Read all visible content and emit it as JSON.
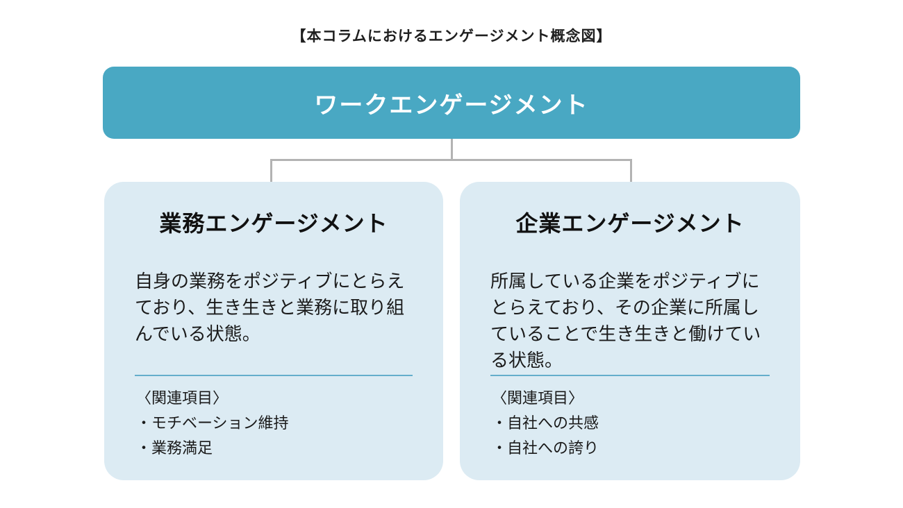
{
  "page": {
    "title": "【本コラムにおけるエンゲージメント概念図】"
  },
  "root": {
    "label": "ワークエンゲージメント"
  },
  "children": [
    {
      "heading": "業務エンゲージメント",
      "description": "自身の業務をポジティブにとらえており、生き生きと業務に取り組んでいる状態。",
      "related_label": "〈関連項目〉",
      "related_items": [
        "・モチベーション維持",
        "・業務満足"
      ]
    },
    {
      "heading": "企業エンゲージメント",
      "description": "所属している企業をポジティブにとらえており、その企業に所属していることで生き生きと働けている状態。",
      "related_label": "〈関連項目〉",
      "related_items": [
        "・自社への共感",
        "・自社への誇り"
      ]
    }
  ],
  "colors": {
    "root_node_background": "#49a8c3",
    "root_node_text": "#ffffff",
    "child_node_background": "#dcebf3",
    "divider_line": "#64aecb",
    "connector_line": "#b3b3b3",
    "text": "#1a1a1a"
  }
}
